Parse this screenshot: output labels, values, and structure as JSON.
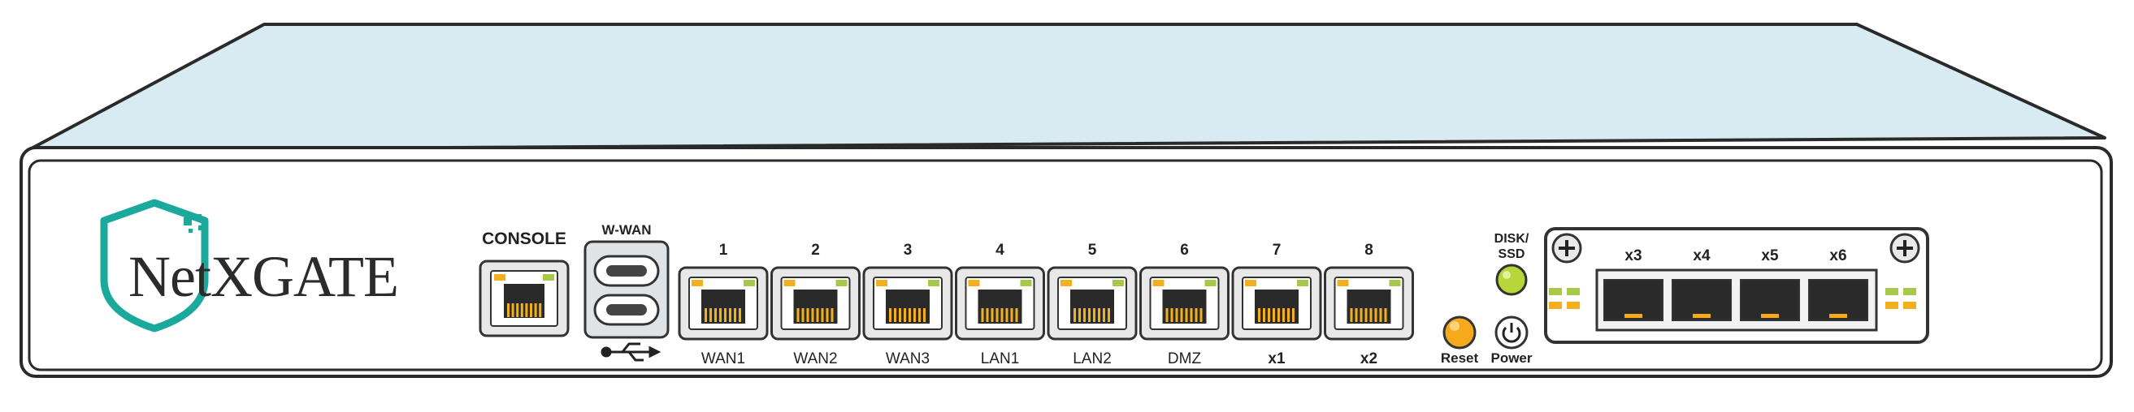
{
  "device": {
    "brand": "NetXGATE",
    "colors": {
      "lid": "#d8ebf3",
      "outline": "#2a2a2a",
      "accent": "#1aa99a",
      "port_led_left": "#f2b01e",
      "port_led_right": "#a8c84a",
      "led_green": "#b7d63a",
      "led_amber": "#f6a91c"
    },
    "console": {
      "label": "CONSOLE"
    },
    "wwan": {
      "label": "W-WAN",
      "usb_symbol": "⭘⟜"
    },
    "ports": [
      {
        "top": "1",
        "bottom": "WAN1"
      },
      {
        "top": "2",
        "bottom": "WAN2"
      },
      {
        "top": "3",
        "bottom": "WAN3"
      },
      {
        "top": "4",
        "bottom": "LAN1"
      },
      {
        "top": "5",
        "bottom": "LAN2"
      },
      {
        "top": "6",
        "bottom": "DMZ"
      },
      {
        "top": "7",
        "bottom": "x1"
      },
      {
        "top": "8",
        "bottom": "x2"
      }
    ],
    "disk_led": {
      "label_line1": "DISK/",
      "label_line2": "SSD"
    },
    "reset": {
      "label": "Reset"
    },
    "power": {
      "label": "Power"
    },
    "sfp_ports": [
      "x3",
      "x4",
      "x5",
      "x6"
    ]
  }
}
